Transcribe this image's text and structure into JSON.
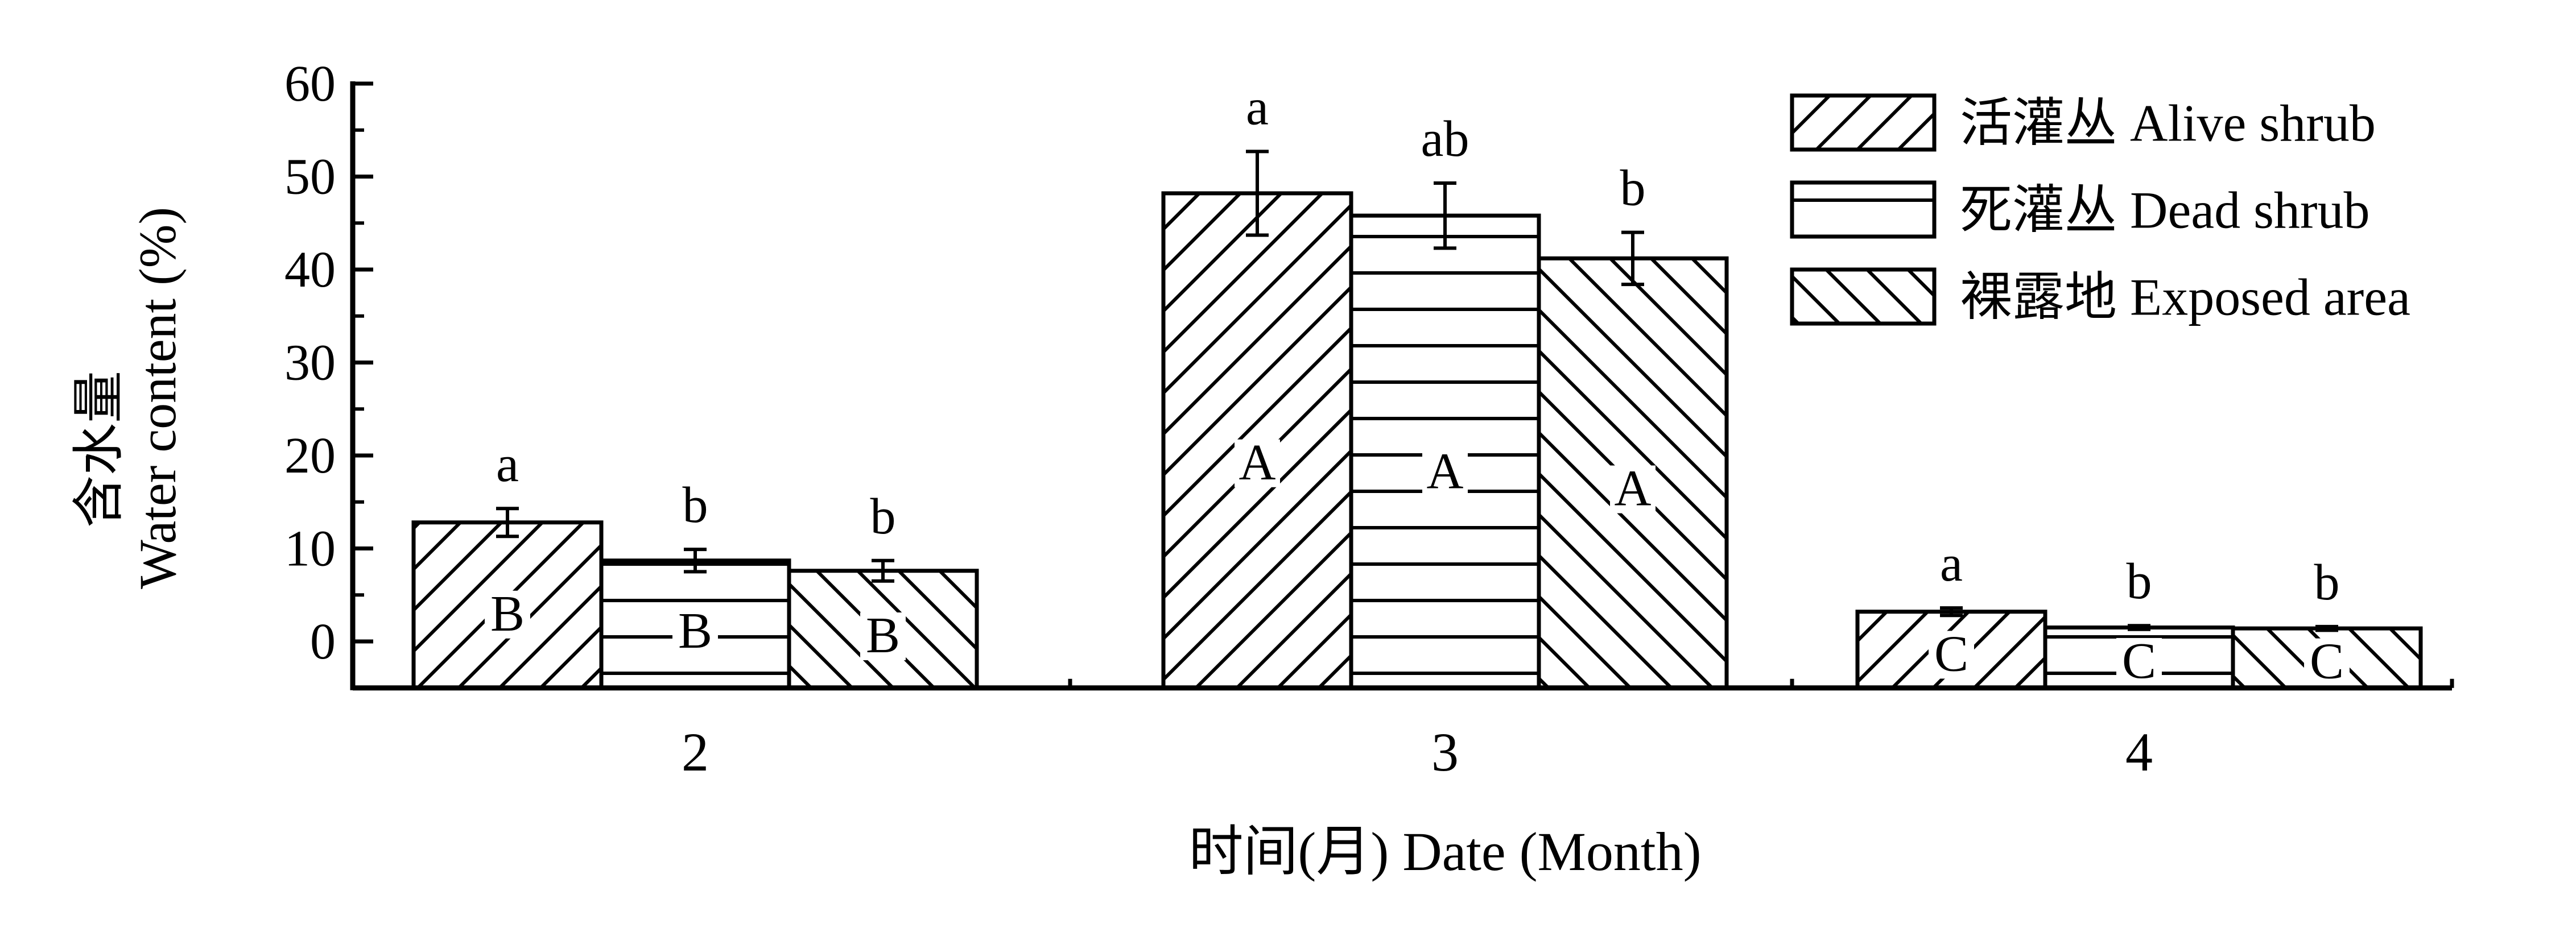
{
  "chart_data": {
    "type": "bar",
    "xlabel": "时间(月) Date (Month)",
    "ylabel_cn": "含水量",
    "ylabel": "Water content (%)",
    "ylim": [
      -5,
      60
    ],
    "yticks": [
      0,
      10,
      20,
      30,
      40,
      50,
      60
    ],
    "categories": [
      "2",
      "3",
      "4"
    ],
    "series": [
      {
        "name": "活灌丛 Alive shrub",
        "pattern": "forward-diagonal",
        "values": [
          12.8,
          48.2,
          3.2
        ],
        "errors": [
          1.5,
          4.5,
          0.4
        ],
        "sig_lower": [
          "a",
          "a",
          "a"
        ],
        "sig_upper": [
          "B",
          "A",
          "C"
        ]
      },
      {
        "name": "死灌丛 Dead shrub",
        "pattern": "horizontal",
        "values": [
          8.7,
          45.8,
          1.5
        ],
        "errors": [
          1.2,
          3.5,
          0.2
        ],
        "sig_lower": [
          "b",
          "ab",
          "b"
        ],
        "sig_upper": [
          "B",
          "A",
          "C"
        ]
      },
      {
        "name": "裸露地 Exposed area",
        "pattern": "back-diagonal",
        "values": [
          7.6,
          41.2,
          1.4
        ],
        "errors": [
          1.1,
          2.8,
          0.2
        ],
        "sig_lower": [
          "b",
          "b",
          "b"
        ],
        "sig_upper": [
          "B",
          "A",
          "C"
        ]
      }
    ],
    "legend_position": "top-right",
    "grid": false
  }
}
